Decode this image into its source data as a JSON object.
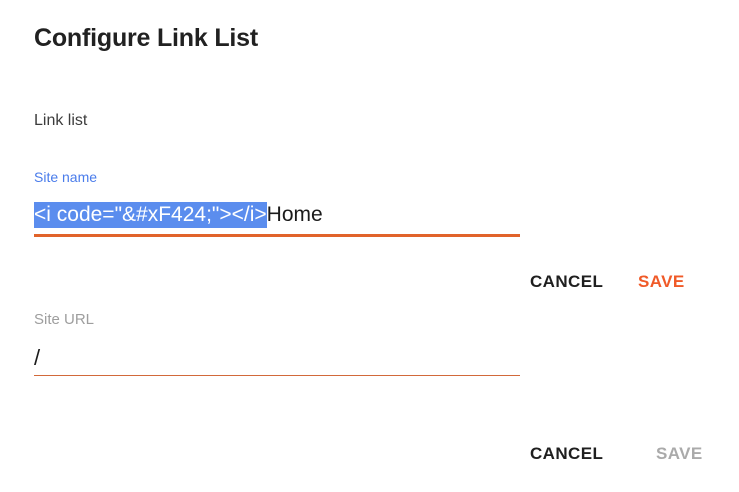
{
  "dialog": {
    "title": "Configure Link List",
    "section_label": "Link list"
  },
  "fields": {
    "site_name": {
      "label": "Site name",
      "label_state": "focused",
      "value_selected": "<i code=\"&#xF424;\"></i>",
      "value_unselected": "Home",
      "full_value": "<i code=\"&#xF424;\"></i>Home",
      "selection_color": "#5b8dee",
      "selection_text_color": "#ffffff",
      "underline_color": "#e1632a",
      "label_color": "#4a7ceb"
    },
    "site_url": {
      "label": "Site URL",
      "value": "/",
      "underline_color": "#d2693a",
      "label_color": "#9e9e9e"
    }
  },
  "actions": {
    "upper": {
      "cancel_label": "CANCEL",
      "save_label": "SAVE",
      "save_enabled": true,
      "save_color": "#f05a28",
      "cancel_color": "#1f1f1f"
    },
    "lower": {
      "cancel_label": "CANCEL",
      "save_label": "SAVE",
      "save_enabled": false,
      "save_color": "#aaaaaa",
      "cancel_color": "#1f1f1f"
    }
  }
}
